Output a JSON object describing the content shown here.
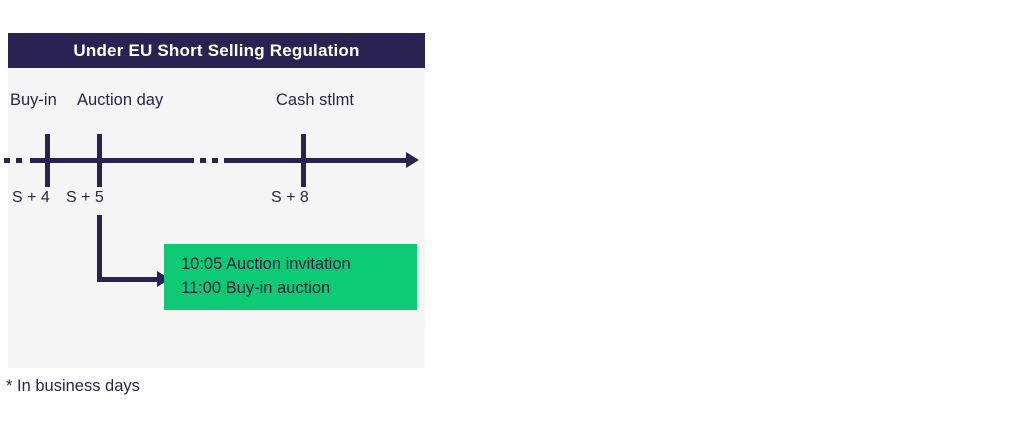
{
  "figure": {
    "panel": {
      "header_title": "Under EU Short Selling Regulation",
      "header_bg": "#2a2250",
      "header_text_color": "#ffffff",
      "background": "#f5f5f6"
    },
    "timeline": {
      "axis_color": "#2a2250",
      "leading_dots": true,
      "trailing_arrow": true,
      "events": [
        {
          "label": "Buy-in",
          "tick_label": "S + 4"
        },
        {
          "label": "Auction day",
          "tick_label": "S + 5"
        },
        {
          "label": "Cash stlmt",
          "tick_label": "S + 8"
        }
      ],
      "gap_break": {
        "after_tick": "S + 5",
        "style": "dotted"
      }
    },
    "callout": {
      "source_tick": "S + 5",
      "background": "#0ccb74",
      "text_color": "#1b1c3b",
      "lines": [
        "10:05 Auction invitation",
        "11:00 Buy-in auction"
      ]
    },
    "footnote": "* In business days"
  }
}
